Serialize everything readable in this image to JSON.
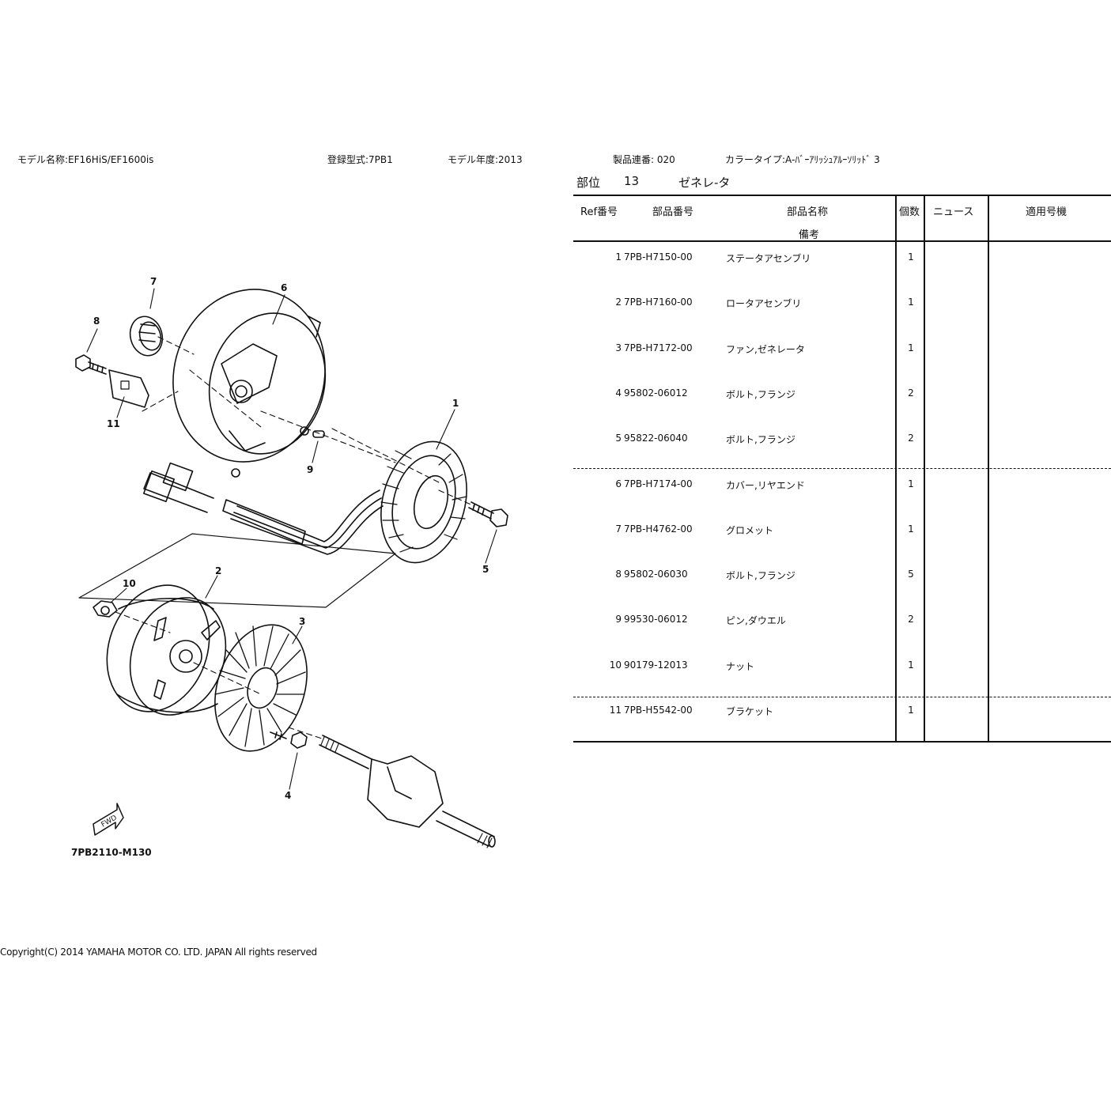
{
  "header": {
    "model_name": "モデル名称:EF16HiS/EF1600is",
    "registration": "登録型式:7PB1",
    "model_year": "モデル年度:2013",
    "serial": "製品連番: 020",
    "color_type": "カラータイプ:A-ﾊﾞｰｱﾘｯｼｭｱﾙｰｿﾘｯﾄﾞ 3"
  },
  "section": {
    "label": "部位",
    "number": "13",
    "name": "ゼネレ-タ"
  },
  "table": {
    "headers": {
      "ref": "Ref番号",
      "part_no": "部品番号",
      "part_name": "部品名称",
      "remarks": "備考",
      "qty": "個数",
      "news": "ニュース",
      "applicable": "適用号機"
    },
    "rows": [
      {
        "ref": "1",
        "part_no": "7PB-H7150-00",
        "name": "ステータアセンブリ",
        "qty": "1"
      },
      {
        "ref": "2",
        "part_no": "7PB-H7160-00",
        "name": "ロータアセンブリ",
        "qty": "1"
      },
      {
        "ref": "3",
        "part_no": "7PB-H7172-00",
        "name": "ファン,ゼネレータ",
        "qty": "1"
      },
      {
        "ref": "4",
        "part_no": "95802-06012",
        "name": "ボルト,フランジ",
        "qty": "2"
      },
      {
        "ref": "5",
        "part_no": "95822-06040",
        "name": "ボルト,フランジ",
        "qty": "2"
      },
      {
        "ref": "6",
        "part_no": "7PB-H7174-00",
        "name": "カバー,リヤエンド",
        "qty": "1"
      },
      {
        "ref": "7",
        "part_no": "7PB-H4762-00",
        "name": "グロメット",
        "qty": "1"
      },
      {
        "ref": "8",
        "part_no": "95802-06030",
        "name": "ボルト,フランジ",
        "qty": "5"
      },
      {
        "ref": "9",
        "part_no": "99530-06012",
        "name": "ピン,ダウエル",
        "qty": "2"
      },
      {
        "ref": "10",
        "part_no": "90179-12013",
        "name": "ナット",
        "qty": "1"
      },
      {
        "ref": "11",
        "part_no": "7PB-H5542-00",
        "name": "ブラケット",
        "qty": "1"
      }
    ]
  },
  "diagram": {
    "callouts": [
      "1",
      "2",
      "3",
      "4",
      "5",
      "6",
      "7",
      "8",
      "9",
      "10",
      "11"
    ],
    "fwd_label": "FWD",
    "figure_code": "7PB2110-M130"
  },
  "footer": {
    "copyright": "Copyright(C) 2014 YAMAHA MOTOR CO. LTD. JAPAN All rights reserved"
  }
}
